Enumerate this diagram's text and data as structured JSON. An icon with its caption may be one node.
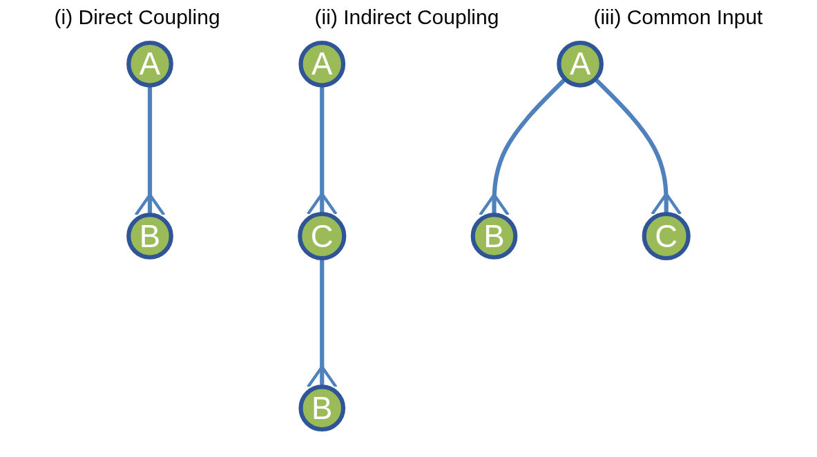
{
  "diagram": {
    "nodes": [
      {
        "text": [
          "A"
        ]
      },
      {
        "text": [
          "B"
        ]
      },
      {
        "text": [
          "A"
        ]
      },
      {
        "text": [
          "C"
        ]
      },
      {
        "text": [
          "B"
        ]
      },
      {
        "text": [
          "A"
        ]
      },
      {
        "text": [
          "B"
        ]
      },
      {
        "text": [
          "C"
        ]
      }
    ],
    "edges": [
      {
        "from": 0,
        "to": 1,
        "arrow": "other"
      },
      {
        "from": 2,
        "to": 3,
        "arrow": "other"
      },
      {
        "from": 3,
        "to": 4,
        "arrow": "other"
      },
      {
        "from": 5,
        "to": 6,
        "arrow": "other"
      },
      {
        "from": 5,
        "to": 7,
        "arrow": "other"
      }
    ],
    "labels": [
      "(i) Direct Coupling",
      "(ii) Indirect Coupling",
      "(iii) Common Input"
    ]
  }
}
